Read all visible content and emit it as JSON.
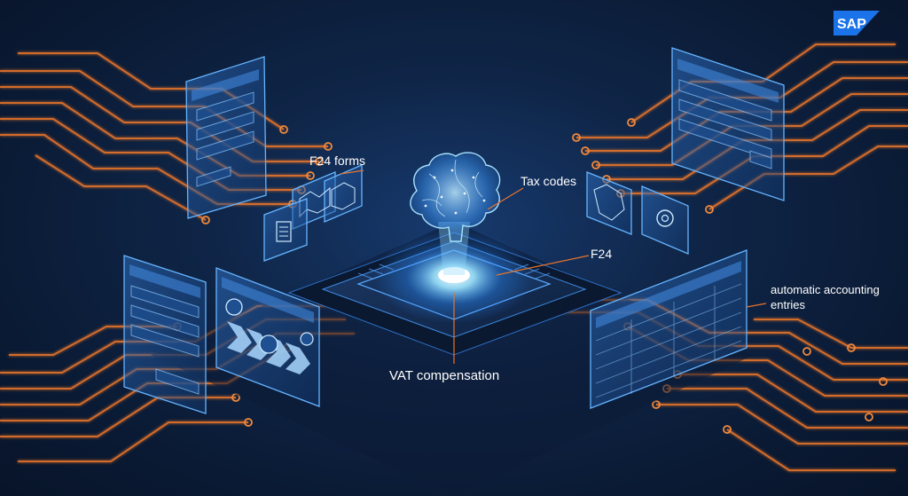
{
  "brand": {
    "logo_text": "SAP",
    "logo_color": "#1a73e8"
  },
  "labels": {
    "f24_forms": "F24 forms",
    "tax_codes": "Tax codes",
    "f24": "F24",
    "vat_compensation": "VAT compensation",
    "automatic_accounting_entries_line1": "automatic accounting",
    "automatic_accounting_entries_line2": "entries"
  },
  "colors": {
    "background": "#0b1a33",
    "circuit_orange": "#e8742c",
    "panel_glow": "#4fa3ff",
    "core_glow": "#9fe6ff",
    "label_text": "#ffffff"
  },
  "icons": [
    "brain-icon",
    "map-icon",
    "document-icon",
    "gear-icon",
    "dollar-coin-icon",
    "chevron-right-icon"
  ]
}
